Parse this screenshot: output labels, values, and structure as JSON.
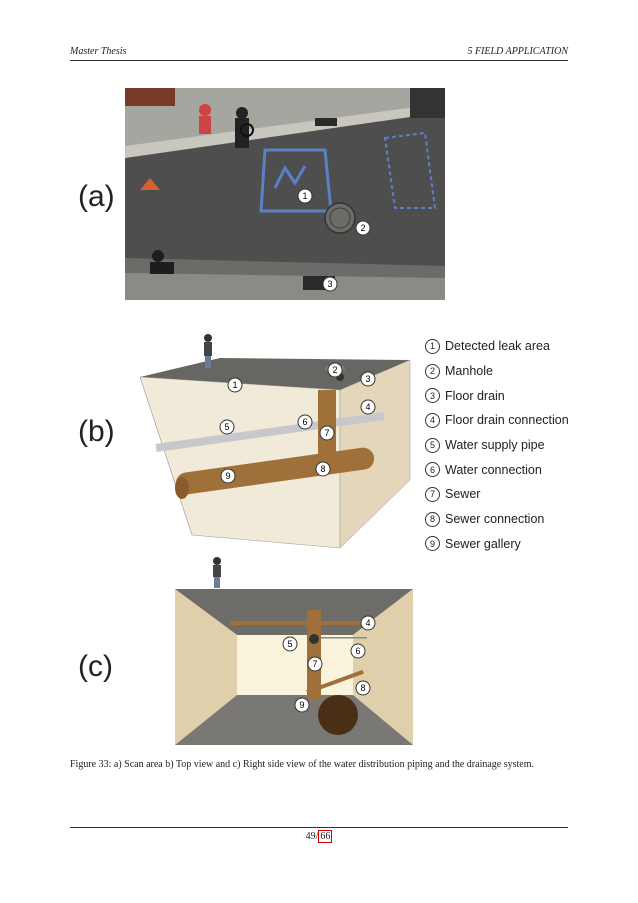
{
  "header": {
    "left": "Master Thesis",
    "right": "5   FIELD APPLICATION"
  },
  "panels": [
    {
      "label": "(a)"
    },
    {
      "label": "(b)"
    },
    {
      "label": "(c)"
    }
  ],
  "photo_markers": [
    "1",
    "2",
    "3"
  ],
  "diagram_b_markers": [
    "1",
    "2",
    "3",
    "4",
    "5",
    "6",
    "7",
    "8",
    "9"
  ],
  "diagram_c_markers": [
    "4",
    "5",
    "6",
    "7",
    "8",
    "9"
  ],
  "legend": [
    {
      "num": "1",
      "text": "Detected leak area"
    },
    {
      "num": "2",
      "text": "Manhole"
    },
    {
      "num": "3",
      "text": "Floor drain"
    },
    {
      "num": "4",
      "text": "Floor drain connection"
    },
    {
      "num": "5",
      "text": "Water supply pipe"
    },
    {
      "num": "6",
      "text": "Water connection"
    },
    {
      "num": "7",
      "text": "Sewer"
    },
    {
      "num": "8",
      "text": "Sewer connection"
    },
    {
      "num": "9",
      "text": "Sewer gallery"
    }
  ],
  "caption": "Figure 33: a) Scan area b) Top view and c) Right side view of the water distribution piping and the drainage system.",
  "footer": {
    "page": "49",
    "sep": "/",
    "total": "66"
  },
  "colors": {
    "pipe": "#a0703a",
    "box": "#e8dcc4",
    "road": "#5a5a5a"
  }
}
